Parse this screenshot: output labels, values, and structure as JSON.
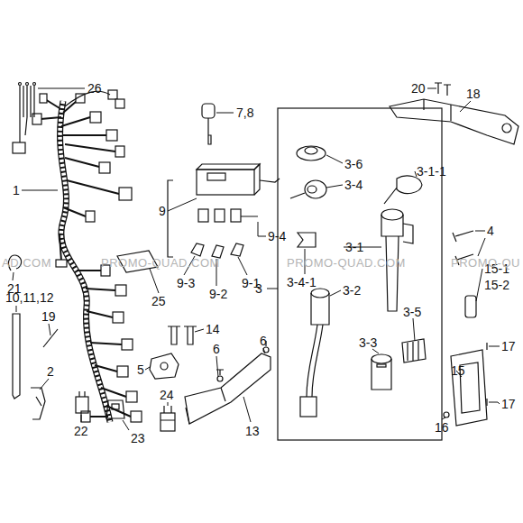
{
  "diagram": {
    "labels": [
      "26",
      "7,8",
      "20",
      "18",
      "1",
      "3-6",
      "3-1-1",
      "3-4",
      "9",
      "9-4",
      "4",
      "3-1",
      "21",
      "3-4-1",
      "3-2",
      "15-1",
      "15-2",
      "10,11,12",
      "25",
      "9-3",
      "9-2",
      "9-1",
      "3",
      "3-5",
      "19",
      "14",
      "6",
      "6",
      "3-3",
      "15",
      "17",
      "5",
      "2",
      "24",
      "13",
      "17",
      "16",
      "22",
      "23",
      "AD.COM",
      "PROMO-QUAD.COM",
      "PROMO-QUAD.COM",
      "PROMO-QU"
    ]
  }
}
